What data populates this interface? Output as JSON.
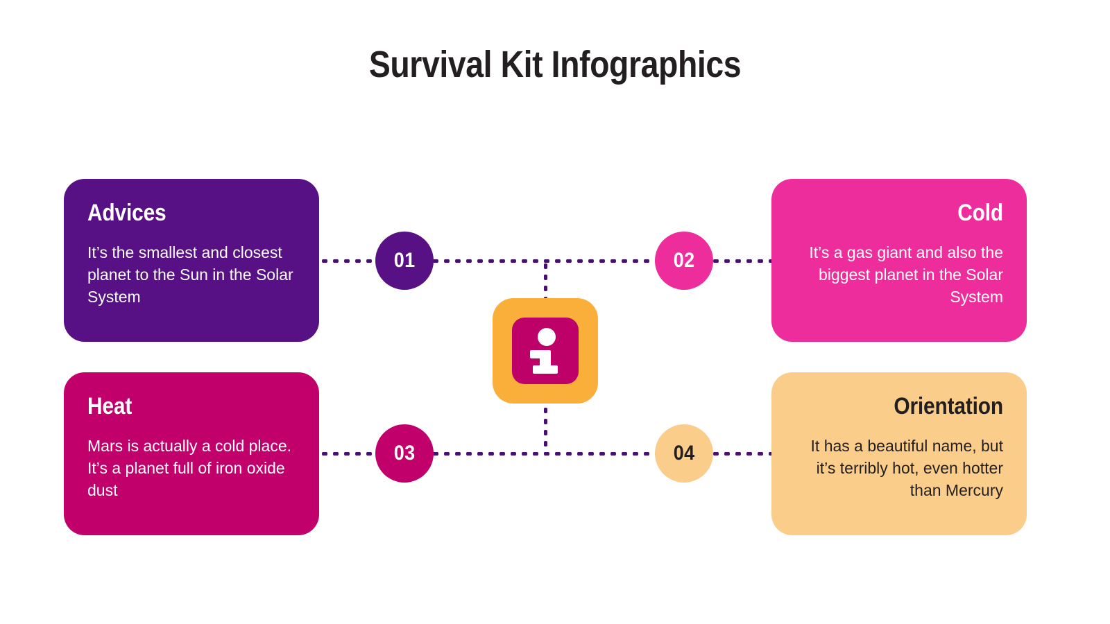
{
  "slide": {
    "title": "Survival Kit Infographics",
    "background_color": "#FFFFFF"
  },
  "palette": {
    "purple": "#581085",
    "pink": "#ED2D9C",
    "crimson": "#C1006C",
    "peach": "#FBCD8A",
    "orange": "#FBAF3B",
    "dot_line": "#461070",
    "title_text": "#231F20",
    "light_text": "#FFFFFF"
  },
  "center": {
    "icon_name": "info-icon",
    "outer_color": "#FBAF3B",
    "inner_color": "#BE0069",
    "glyph": "i"
  },
  "bullets": [
    {
      "number": "01",
      "color": "#581085",
      "text_color": "#FFFFFF"
    },
    {
      "number": "02",
      "color": "#ED2D9C",
      "text_color": "#FFFFFF"
    },
    {
      "number": "03",
      "color": "#C1006C",
      "text_color": "#FFFFFF"
    },
    {
      "number": "04",
      "color": "#FBCD8A",
      "text_color": "#231F20"
    }
  ],
  "cards": [
    {
      "title": "Advices",
      "body": "It’s the smallest and closest planet to the Sun in the Solar System",
      "color": "#581085",
      "text_color": "#FFFFFF",
      "align": "left"
    },
    {
      "title": "Cold",
      "body": "It’s a gas giant and also the biggest planet in the Solar System",
      "color": "#ED2D9C",
      "text_color": "#FFFFFF",
      "align": "right"
    },
    {
      "title": "Heat",
      "body": "Mars is actually a cold place. It’s a planet full of iron oxide dust",
      "color": "#C1006C",
      "text_color": "#FFFFFF",
      "align": "left"
    },
    {
      "title": "Orientation",
      "body": "It has a beautiful name, but it’s terribly hot, even hotter than Mercury",
      "color": "#FBCD8A",
      "text_color": "#231F20",
      "align": "right"
    }
  ]
}
